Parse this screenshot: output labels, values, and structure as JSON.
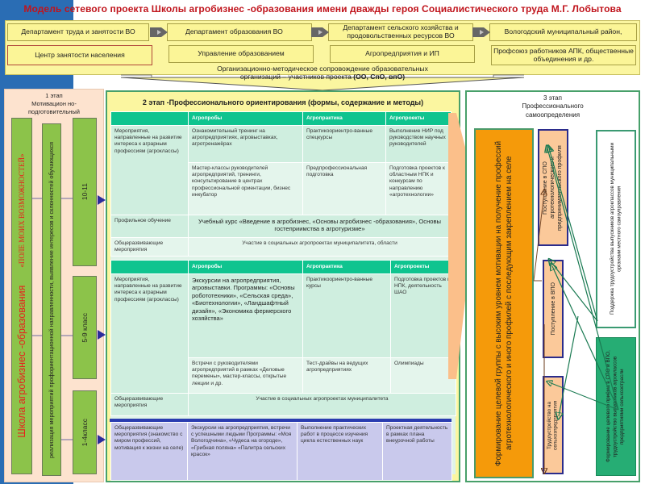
{
  "title": "Модель сетевого проекта Школы агробизнес -образования имени дважды героя Социалистического труда М.Г. Лобытова",
  "top": {
    "row1": [
      "Департамент труда и занятости ВО",
      "Департамент образования ВО",
      "Департамент сельского хозяйства и продовольственных ресурсов ВО",
      "Вологодский муниципальный район,"
    ],
    "row2": [
      "Центр занятости населения",
      "Управление  образованием",
      "Агропредприятия и ИП",
      "Профсоюз работников АПК, общественные объединения и др."
    ],
    "org_line1": "Организационно-методическое сопровождение образовательных",
    "org_line2": "организаций – участников проекта",
    "org_abbr": "(ОО, СпО, впО)"
  },
  "stage1": {
    "title_line1": "1 этап",
    "title_line2": "Мотивацион но-",
    "title_line3": "подготовительный",
    "school_label": "Школа агробизнес -образования",
    "school_motto": "«ПОЛЕ МОИХ ВОЗМОЖНОСТЕЙ»",
    "activity": "реализация мероприятий профориентационной направленности, выявление интересов и склонностей обучающихся",
    "grades": [
      "10-11",
      "5-9 класс",
      "1-4класс"
    ]
  },
  "stage2": {
    "title": "2 этап -Профессионального ориентирования (формы, содержание  и методы)",
    "table1": {
      "headers": [
        "",
        "Агропробы",
        "Агропрактика",
        "Агропроекты"
      ],
      "row1_label": "Мероприятия, направленные на развитие интереса к аграрным профессиям (агроклассы)",
      "row1a": [
        "Ознакомительный тренинг на агропредприятиях, агровыставках, агротренажёрах",
        "Практикоориентро-ванные спецкурсы",
        "Выполнение НИР под руководством научных руководителей"
      ],
      "row1b": [
        "Мастер-классы руководителей агропредприятий, тренинги, консультирование в центрах профессиональной ориентации, бизнес инкубатор",
        "Предпрофессиональная подготовка",
        "Подготовка проектов к областным НПК и конкурсам по направлению «агротехнологии»"
      ],
      "row2_label": "Профильное обучение",
      "row2_value": "Учебный курс «Введение в агробизнес, «Основы агробизнес -образования», Основы гостеприимства в агротуризме»",
      "row3_label": "Общеразвивающие мероприятия",
      "row3_value": "Участие в социальных агропроектах муниципалитета, области"
    },
    "table2": {
      "headers": [
        "",
        "Агропробы",
        "Агропрактика",
        "Агропроекты"
      ],
      "row1_label": "Мероприятия, направленные на развитие интереса к аграрным профессиям (агроклассы)",
      "row1a": [
        "Экскурсии на агропредприятия, агровыставки. Программы: «Основы робототехники», «Сельская среда», «Биотехнологии», «Ландшафтный дизайн», «Экономика фермерского хозяйства»",
        "Практикоориентро-ванные курсы",
        "Подготовка проектов к НПК, деятельность ШАО"
      ],
      "row1b": [
        "Встречи с руководителями агропредприятий в рамках «Деловые перемены», мастер-классы, открытые лекции и др.",
        "Тест-драйвы на ведущих агропредприятиях",
        "Олимпиады"
      ],
      "row2_label": "Общеразвивающие мероприятия",
      "row2_value": "Участие в социальных агропроектах муниципалитета"
    },
    "table3": {
      "cells": [
        "Общеразвивающие мероприятия (знакомство с миром профессий, мотивация к жизни на селе)",
        "Экскурсии на агропредприятия, встречи с успешными людьми Программы: «Моя Вологодчина», «Чудеса на огороде», «Грибная поляна» «Палитра сельских красок»",
        "Выполнение практических работ в процессе изучения цикла естественных наук",
        "Проектная деятельность в рамках плана внеурочной работы"
      ]
    }
  },
  "stage3": {
    "title_line1": "3 этап",
    "title_line2": "Профессионального",
    "title_line3": "самоопределения",
    "orange_text": "Формирование целевой группы с высоким уровнем мотивации на получение профессий агротехнологического и иного профилей с последующим закреплением на селе",
    "spo": "Поступление в СПО агротехнологического и предпринимательского профиля",
    "vpo": "Поступление в ВПО",
    "job": "Трудоустройство на сельхозпредприятия",
    "white_text": "Поддержка трудоустройства выпускников агроклассов муниципальными органами местного самоуправления",
    "green_text": "Формирование целевого приёма в СПО и ВПО, трудоустройство выпускников агроклассов предприятиями сельхозотрасли"
  },
  "colors": {
    "title": "#c0141c",
    "panel_yellow": "#fbf6a0",
    "teal_header": "#0fc48f",
    "orange": "#f59a0a",
    "peach": "#fbc99a",
    "green_bar": "#8cc34a",
    "blue_band": "#2a6db4"
  }
}
